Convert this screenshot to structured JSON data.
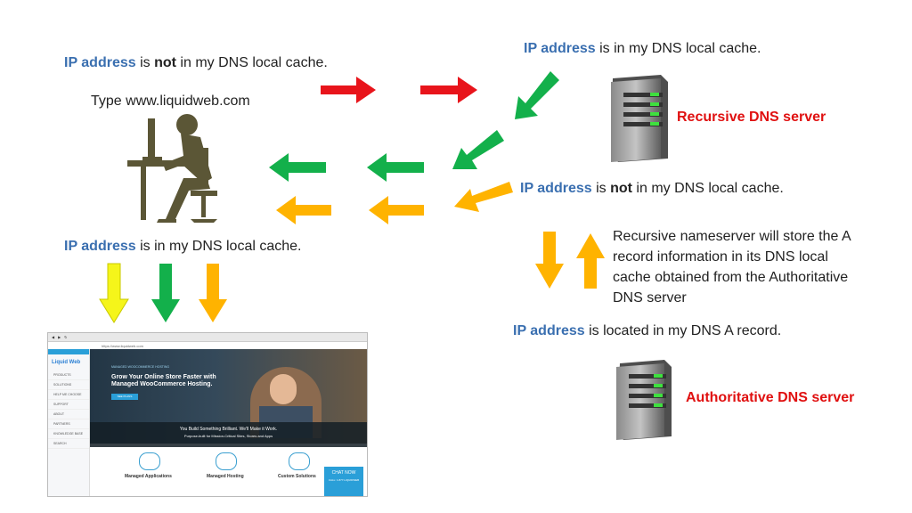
{
  "labels": {
    "top_left": {
      "ip": "IP address",
      "pre": " is ",
      "not": "not",
      "post": " in my DNS local cache."
    },
    "type_url": "Type www.liquidweb.com",
    "top_right": {
      "ip": "IP address",
      "post": " is in my DNS local cache."
    },
    "recursive_server": "Recursive DNS server",
    "mid_right": {
      "ip": "IP address",
      "pre": " is ",
      "not": "not",
      "post": " in my DNS local cache."
    },
    "bottom_left": {
      "ip": "IP address",
      "post": " is in my DNS local cache."
    },
    "store_note": [
      "Recursive nameserver will store the A",
      "record information in its DNS local",
      "cache obtained from the Authoritative",
      "DNS server"
    ],
    "a_record": {
      "ip": "IP address",
      "post": " is located in my DNS A record."
    },
    "authoritative_server": "Authoritative DNS server"
  },
  "browser": {
    "address": "https://www.liquidweb.com",
    "logo": "Liquid Web",
    "sidebar": [
      "PRODUCTS",
      "SOLUTIONS",
      "HELP ME CHOOSE",
      "SUPPORT",
      "ABOUT",
      "PARTNERS",
      "KNOWLEDGE BASE",
      "SEARCH"
    ],
    "hero_tag": "MANAGED WOOCOMMERCE HOSTING",
    "hero_title": "Grow Your Online Store Faster with Managed WooCommerce Hosting.",
    "hero_button": "SEE PLANS",
    "band_title": "You Build Something Brilliant. We'll Make it Work.",
    "band_sub": "Purpose-built for Mission-Critical Sites, Stores and Apps",
    "features": [
      "Managed Applications",
      "Managed Hosting",
      "Custom Solutions"
    ],
    "chat": "CHAT NOW",
    "chat_sub": "CALL: 1.877.LIQUIDWEB"
  },
  "colors": {
    "red_arrow": "#e8141b",
    "green_arrow": "#13b04b",
    "yellow_arrow": "#ffb300",
    "lime_arrow": "#f5f51a",
    "ip_blue": "#3a6fb0",
    "server_red": "#e01010",
    "person": "#5b5636"
  }
}
